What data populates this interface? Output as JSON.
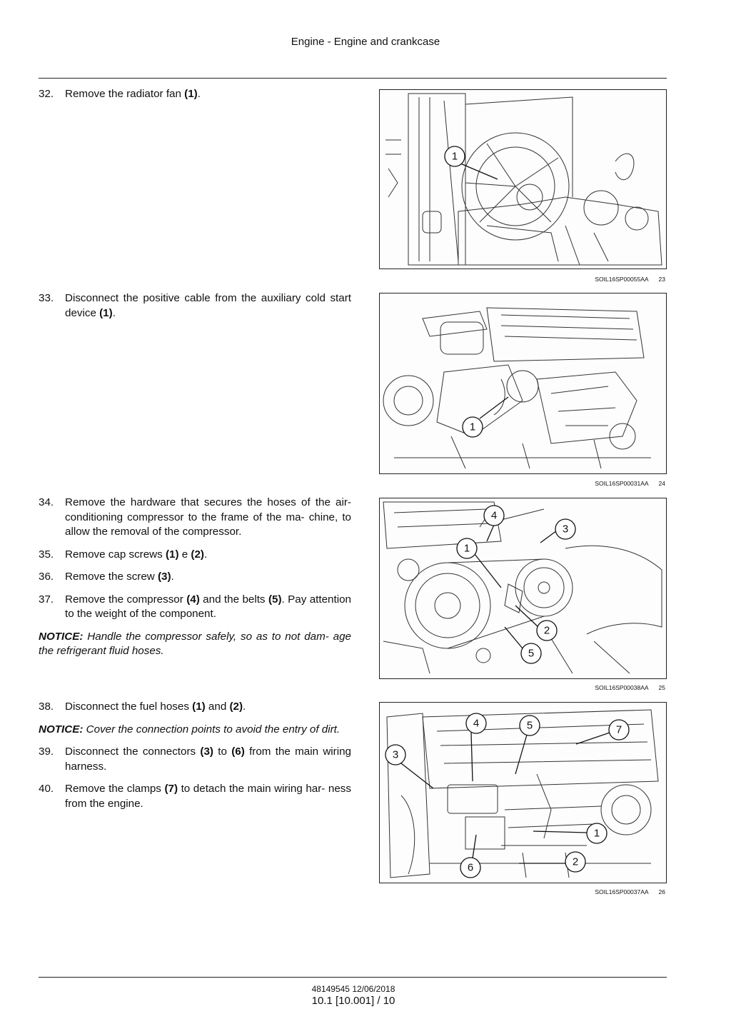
{
  "header": {
    "title": "Engine - Engine and crankcase"
  },
  "sections": [
    {
      "steps": [
        {
          "num": "32.",
          "parts": [
            {
              "t": "Remove the radiator fan "
            },
            {
              "b": "(1)"
            },
            {
              "t": "."
            }
          ]
        }
      ],
      "notices": [],
      "figure": {
        "code": "SOIL16SP00055AA",
        "number": "23",
        "callouts": [
          "1"
        ]
      }
    },
    {
      "steps": [
        {
          "num": "33.",
          "parts": [
            {
              "t": "Disconnect the positive cable from the auxiliary cold start device "
            },
            {
              "b": "(1)"
            },
            {
              "t": "."
            }
          ]
        }
      ],
      "notices": [],
      "figure": {
        "code": "SOIL16SP00031AA",
        "number": "24",
        "callouts": [
          "1"
        ]
      }
    },
    {
      "steps": [
        {
          "num": "34.",
          "parts": [
            {
              "t": "Remove the hardware that secures the hoses of the air-conditioning compressor to the frame of the ma- chine, to allow the removal of the compressor."
            }
          ]
        },
        {
          "num": "35.",
          "parts": [
            {
              "t": "Remove cap screws "
            },
            {
              "b": "(1)"
            },
            {
              "t": " e "
            },
            {
              "b": "(2)"
            },
            {
              "t": "."
            }
          ]
        },
        {
          "num": "36.",
          "parts": [
            {
              "t": "Remove the screw "
            },
            {
              "b": "(3)"
            },
            {
              "t": "."
            }
          ]
        },
        {
          "num": "37.",
          "parts": [
            {
              "t": "Remove the compressor "
            },
            {
              "b": "(4)"
            },
            {
              "t": " and the belts "
            },
            {
              "b": "(5)"
            },
            {
              "t": ".  Pay attention to the weight of the component."
            }
          ]
        }
      ],
      "notices": [
        {
          "label": "NOTICE:",
          "text": " Handle the compressor safely, so as to not dam- age the refrigerant fluid hoses."
        }
      ],
      "figure": {
        "code": "SOIL16SP00038AA",
        "number": "25",
        "callouts": [
          "4",
          "3",
          "1",
          "2",
          "5"
        ]
      }
    },
    {
      "steps": [
        {
          "num": "38.",
          "parts": [
            {
              "t": "Disconnect the fuel hoses "
            },
            {
              "b": "(1)"
            },
            {
              "t": " and "
            },
            {
              "b": "(2)"
            },
            {
              "t": "."
            }
          ]
        },
        {
          "notice": {
            "label": "NOTICE:",
            "text": " Cover the connection points to avoid the entry of dirt."
          }
        },
        {
          "num": "39.",
          "parts": [
            {
              "t": "Disconnect the connectors "
            },
            {
              "b": "(3)"
            },
            {
              "t": " to "
            },
            {
              "b": "(6)"
            },
            {
              "t": " from the main wiring harness."
            }
          ]
        },
        {
          "num": "40.",
          "parts": [
            {
              "t": "Remove the clamps "
            },
            {
              "b": "(7)"
            },
            {
              "t": " to detach the main wiring har- ness from the engine."
            }
          ]
        }
      ],
      "notices": [],
      "figure": {
        "code": "SOIL16SP00037AA",
        "number": "26",
        "callouts": [
          "4",
          "5",
          "7",
          "3",
          "1",
          "2",
          "6"
        ]
      }
    }
  ],
  "footer": {
    "doc": "48149545 12/06/2018",
    "page": "10.1 [10.001] / 10"
  }
}
